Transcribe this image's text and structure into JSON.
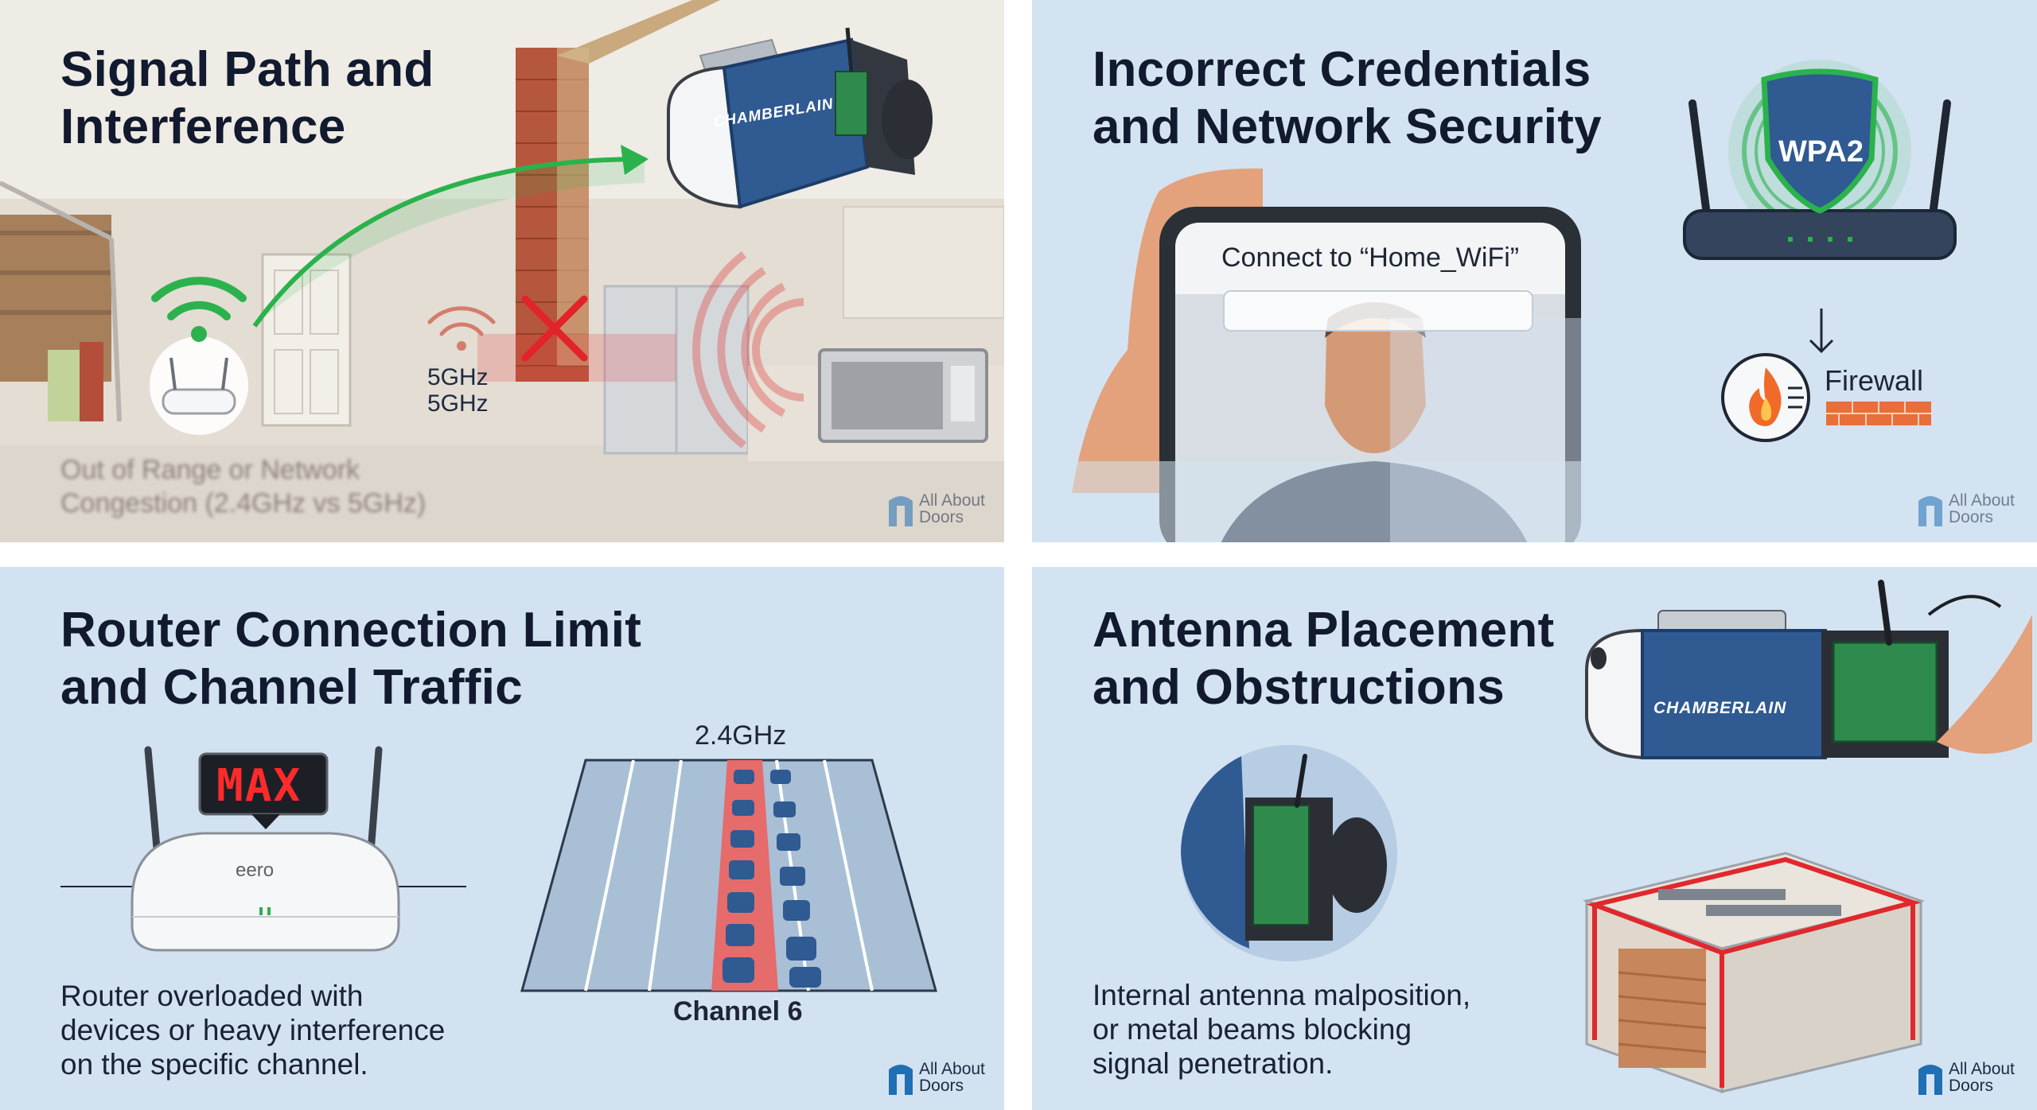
{
  "panel1": {
    "title_line1": "Signal Path and",
    "title_line2": "Interference",
    "opener_brand": "CHAMBERLAIN",
    "freq_label_1": "5GHz",
    "freq_label_2": "5GHz",
    "blurred_line1": "Out of Range or Network",
    "blurred_line2": "Congestion (2.4GHz vs 5GHz)",
    "logo_line1": "All About",
    "logo_line2": "Doors"
  },
  "panel2": {
    "title_line1": "Incorrect Credentials",
    "title_line2": "and Network Security",
    "phone_prompt": "Connect to “Home_WiFi”",
    "shield_label": "WPA2",
    "firewall_label": "Firewall",
    "logo_line1": "All About",
    "logo_line2": "Doors"
  },
  "panel3": {
    "title_line1": "Router Connection Limit",
    "title_line2": "and Channel Traffic",
    "display_label": "MAX",
    "router_brand": "eero",
    "band_label": "2.4GHz",
    "channel_label": "Channel 6",
    "caption_line1": "Router overloaded with",
    "caption_line2": "devices or heavy interference",
    "caption_line3": "on the specific channel.",
    "logo_line1": "All About",
    "logo_line2": "Doors"
  },
  "panel4": {
    "title_line1": "Antenna Placement",
    "title_line2": "and Obstructions",
    "opener_brand": "CHAMBERLAIN",
    "caption_line1": "Internal antenna malposition,",
    "caption_line2": "or metal beams blocking",
    "caption_line3": "signal penetration.",
    "logo_line1": "All About",
    "logo_line2": "Doors"
  },
  "colors": {
    "title": "#111a2e",
    "chamberlain_blue": "#2f5a92",
    "signal_green": "#2bb24c",
    "interference_red": "#e23a3a",
    "traffic_lane": "#e66b6b",
    "display_red": "#ff2a2a"
  }
}
